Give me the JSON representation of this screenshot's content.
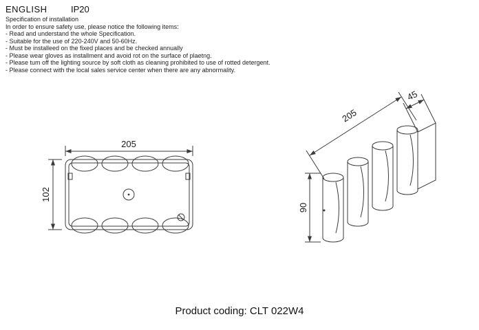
{
  "header": {
    "language": "ENGLISH",
    "ip_rating": "IP20"
  },
  "spec": {
    "title": "Specification of installation",
    "intro": "In order to ensure safety use, please notice the following items:",
    "items": [
      "- Read and understand the whole Specification.",
      "- Suitable for the use of 220-240V and 50-60Hz.",
      "- Must be installeed on the fixed places and be checked annually",
      "- Please wear gloves as installment and avoid rot on the surface of plaetng.",
      "- Please tum off the lighting source by soft cloth as cleaning prohibited to use of rotted detergent.",
      "- Please connect with the local sales service center when there are any abnormality."
    ]
  },
  "drawings": {
    "front_view": {
      "width_label": "205",
      "height_label": "102"
    },
    "side_view": {
      "length_label": "205",
      "depth_label": "45",
      "height_label": "90"
    }
  },
  "footer": {
    "product_coding": "Product coding: CLT 022W4"
  },
  "colors": {
    "line": "#3a3a3a",
    "text": "#111111",
    "background": "#ffffff"
  }
}
